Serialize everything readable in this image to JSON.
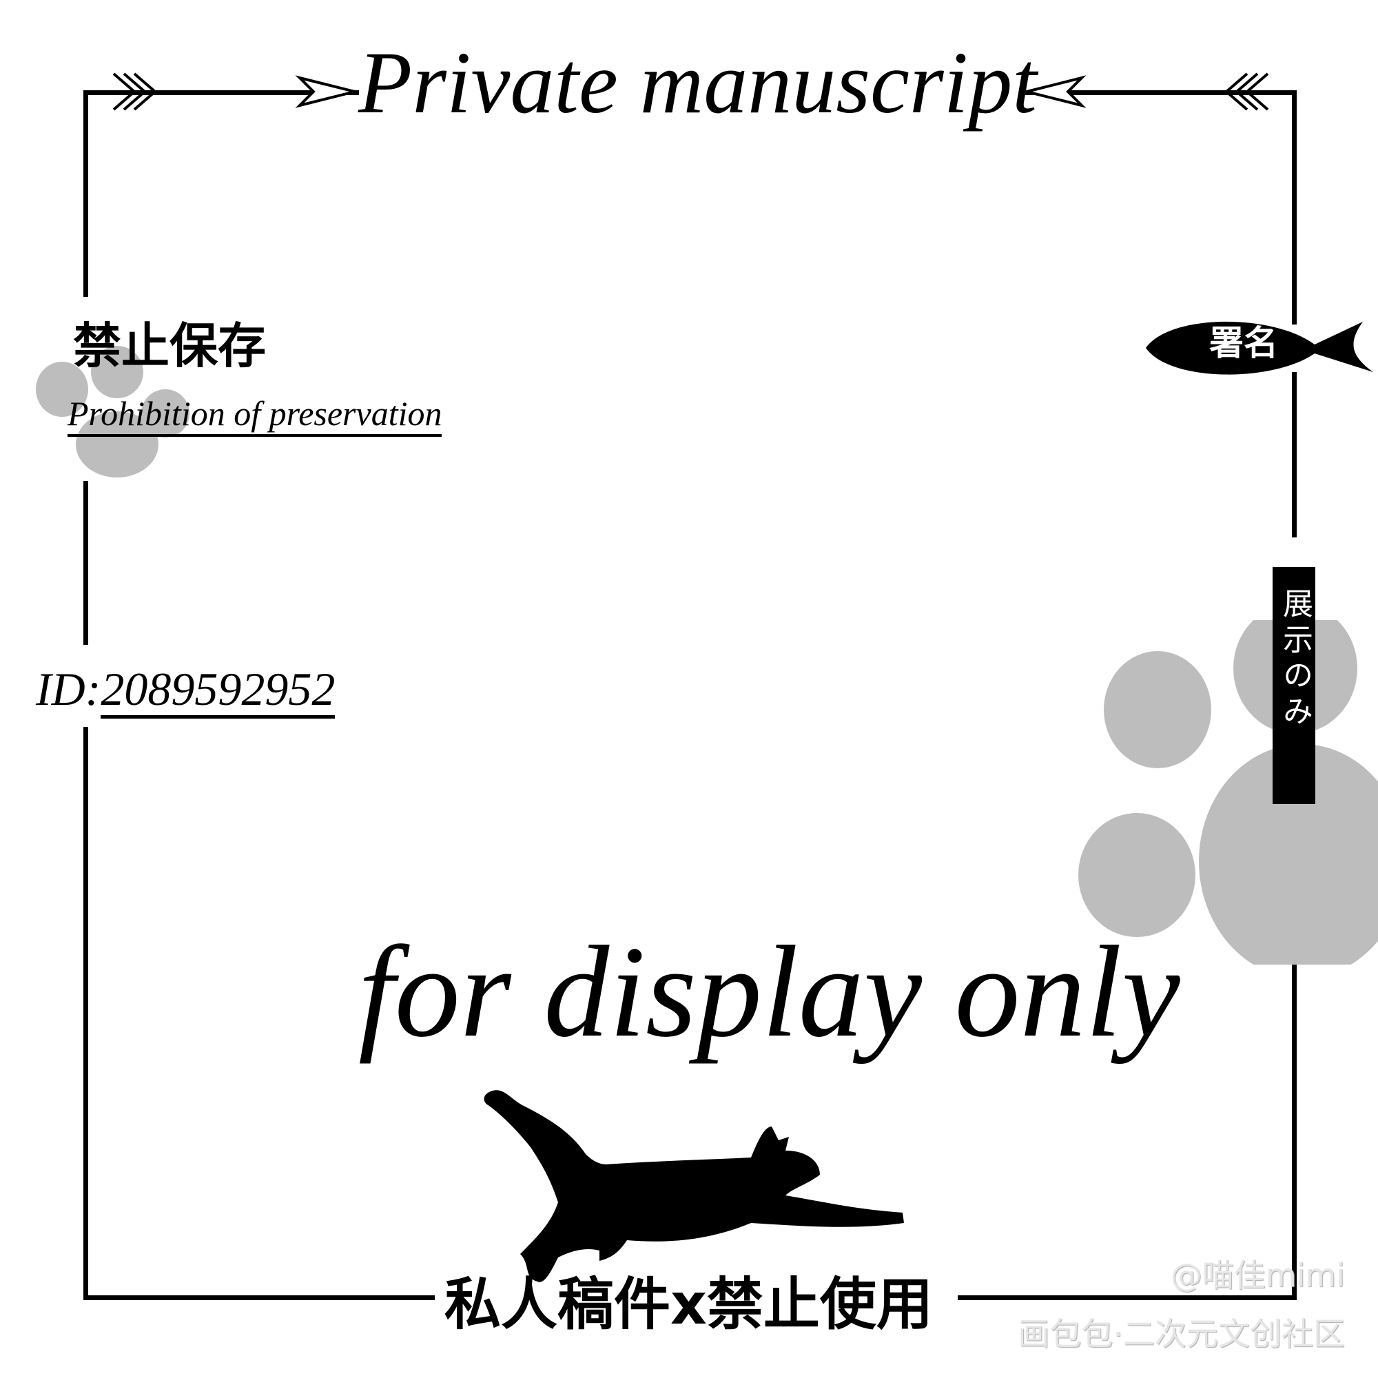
{
  "header": {
    "title": "Private manuscript"
  },
  "left_label": {
    "title_cn": "禁止保存",
    "subtitle_en": "Prohibition of preservation"
  },
  "id_field": {
    "label": "ID:",
    "value": "2089592952"
  },
  "fish_badge": {
    "text": "署名"
  },
  "tape_badge": {
    "text": "展示のみ"
  },
  "center_script": {
    "text": "for display only"
  },
  "footer": {
    "text": "私人稿件x禁止使用"
  },
  "watermark": {
    "author": "@喵佳mimi",
    "site": "画包包·二次元文创社区"
  },
  "colors": {
    "ink": "#000000",
    "paw": "#bdbdbd",
    "watermark": "#e6e6e6"
  }
}
